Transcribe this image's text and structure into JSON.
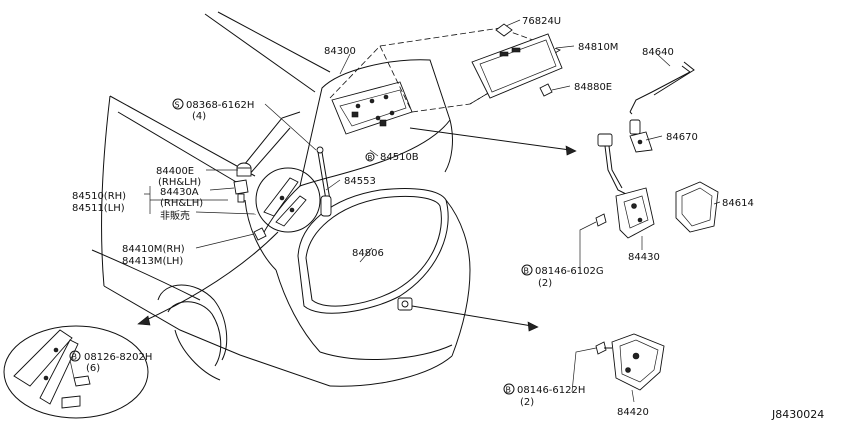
{
  "diagram_id": "J8430024",
  "labels": {
    "p76824U": "76824U",
    "p84300": "84300",
    "p84810M": "84810M",
    "p84640": "84640",
    "p84880E": "84880E",
    "s08368": "08368-6162H",
    "s08368_qty": "(4)",
    "p84670": "84670",
    "b84510B": "84510B",
    "p84400E": "84400E",
    "p84400E_side": "(RH&LH)",
    "p84430A": "84430A",
    "p84430A_side": "(RH&LH)",
    "p84510": "84510(RH)",
    "p84511": "84511(LH)",
    "p84553": "84553",
    "p84614": "84614",
    "not_for_sale": "非販売",
    "p84806": "84806",
    "p84430": "84430",
    "p84410M": "84410M(RH)",
    "p84413M": "84413M(LH)",
    "b08146_6102G": "08146-6102G",
    "b08146_6102G_qty": "(2)",
    "b08126": "08126-8202H",
    "b08126_qty": "(6)",
    "b08146_6122H": "08146-6122H",
    "b08146_6122H_qty": "(2)",
    "p84420": "84420",
    "marker_s": "S",
    "marker_b": "B"
  }
}
